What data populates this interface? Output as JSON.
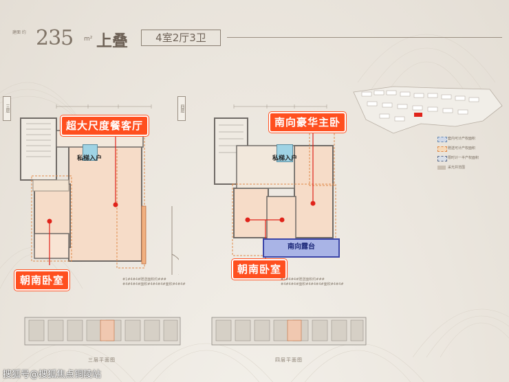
{
  "header": {
    "small_label": "建面\n约",
    "area": "235",
    "unit": "m²",
    "type": "上叠",
    "layout": "4室2厅3卫"
  },
  "floor_tabs": {
    "left": "三层",
    "right": "四层"
  },
  "callouts": {
    "living_dining": "超大尺度餐客厅",
    "master_bedroom": "南向豪华主卧",
    "bedroom_left": "朝南卧室",
    "bedroom_right": "朝南卧室"
  },
  "labels": {
    "private_elevator_left": "私梯入户",
    "private_elevator_right": "私梯入户",
    "south_terrace": "南向露台"
  },
  "notes": {
    "left": "#1#4#4#赠送面积约###\n#4#4#4#面积#4#4#4#面积#4#4#",
    "right": "#1#4#4#赠送面积约###\n#4#4#4#面积#4#4#4#面积#4#4#"
  },
  "captions": {
    "left": "三层平面图",
    "right": "四层平面图"
  },
  "legend": [
    {
      "label": "套内可计产权面积",
      "color": "#cfd8e8"
    },
    {
      "label": "赠送可计产权面积",
      "color": "#f6d9b8"
    },
    {
      "label": "限时计一半产权面积",
      "color": "#d9dfe8"
    },
    {
      "label": "采光井范围",
      "color": "#c9bfb2"
    }
  ],
  "watermark": "搜狐号@搜狐焦点铜陵站",
  "colors": {
    "callout": "#ff4f1f",
    "room_fill": "#f6dcc8",
    "wall": "#6f6a66",
    "marker": "#e0231a"
  }
}
